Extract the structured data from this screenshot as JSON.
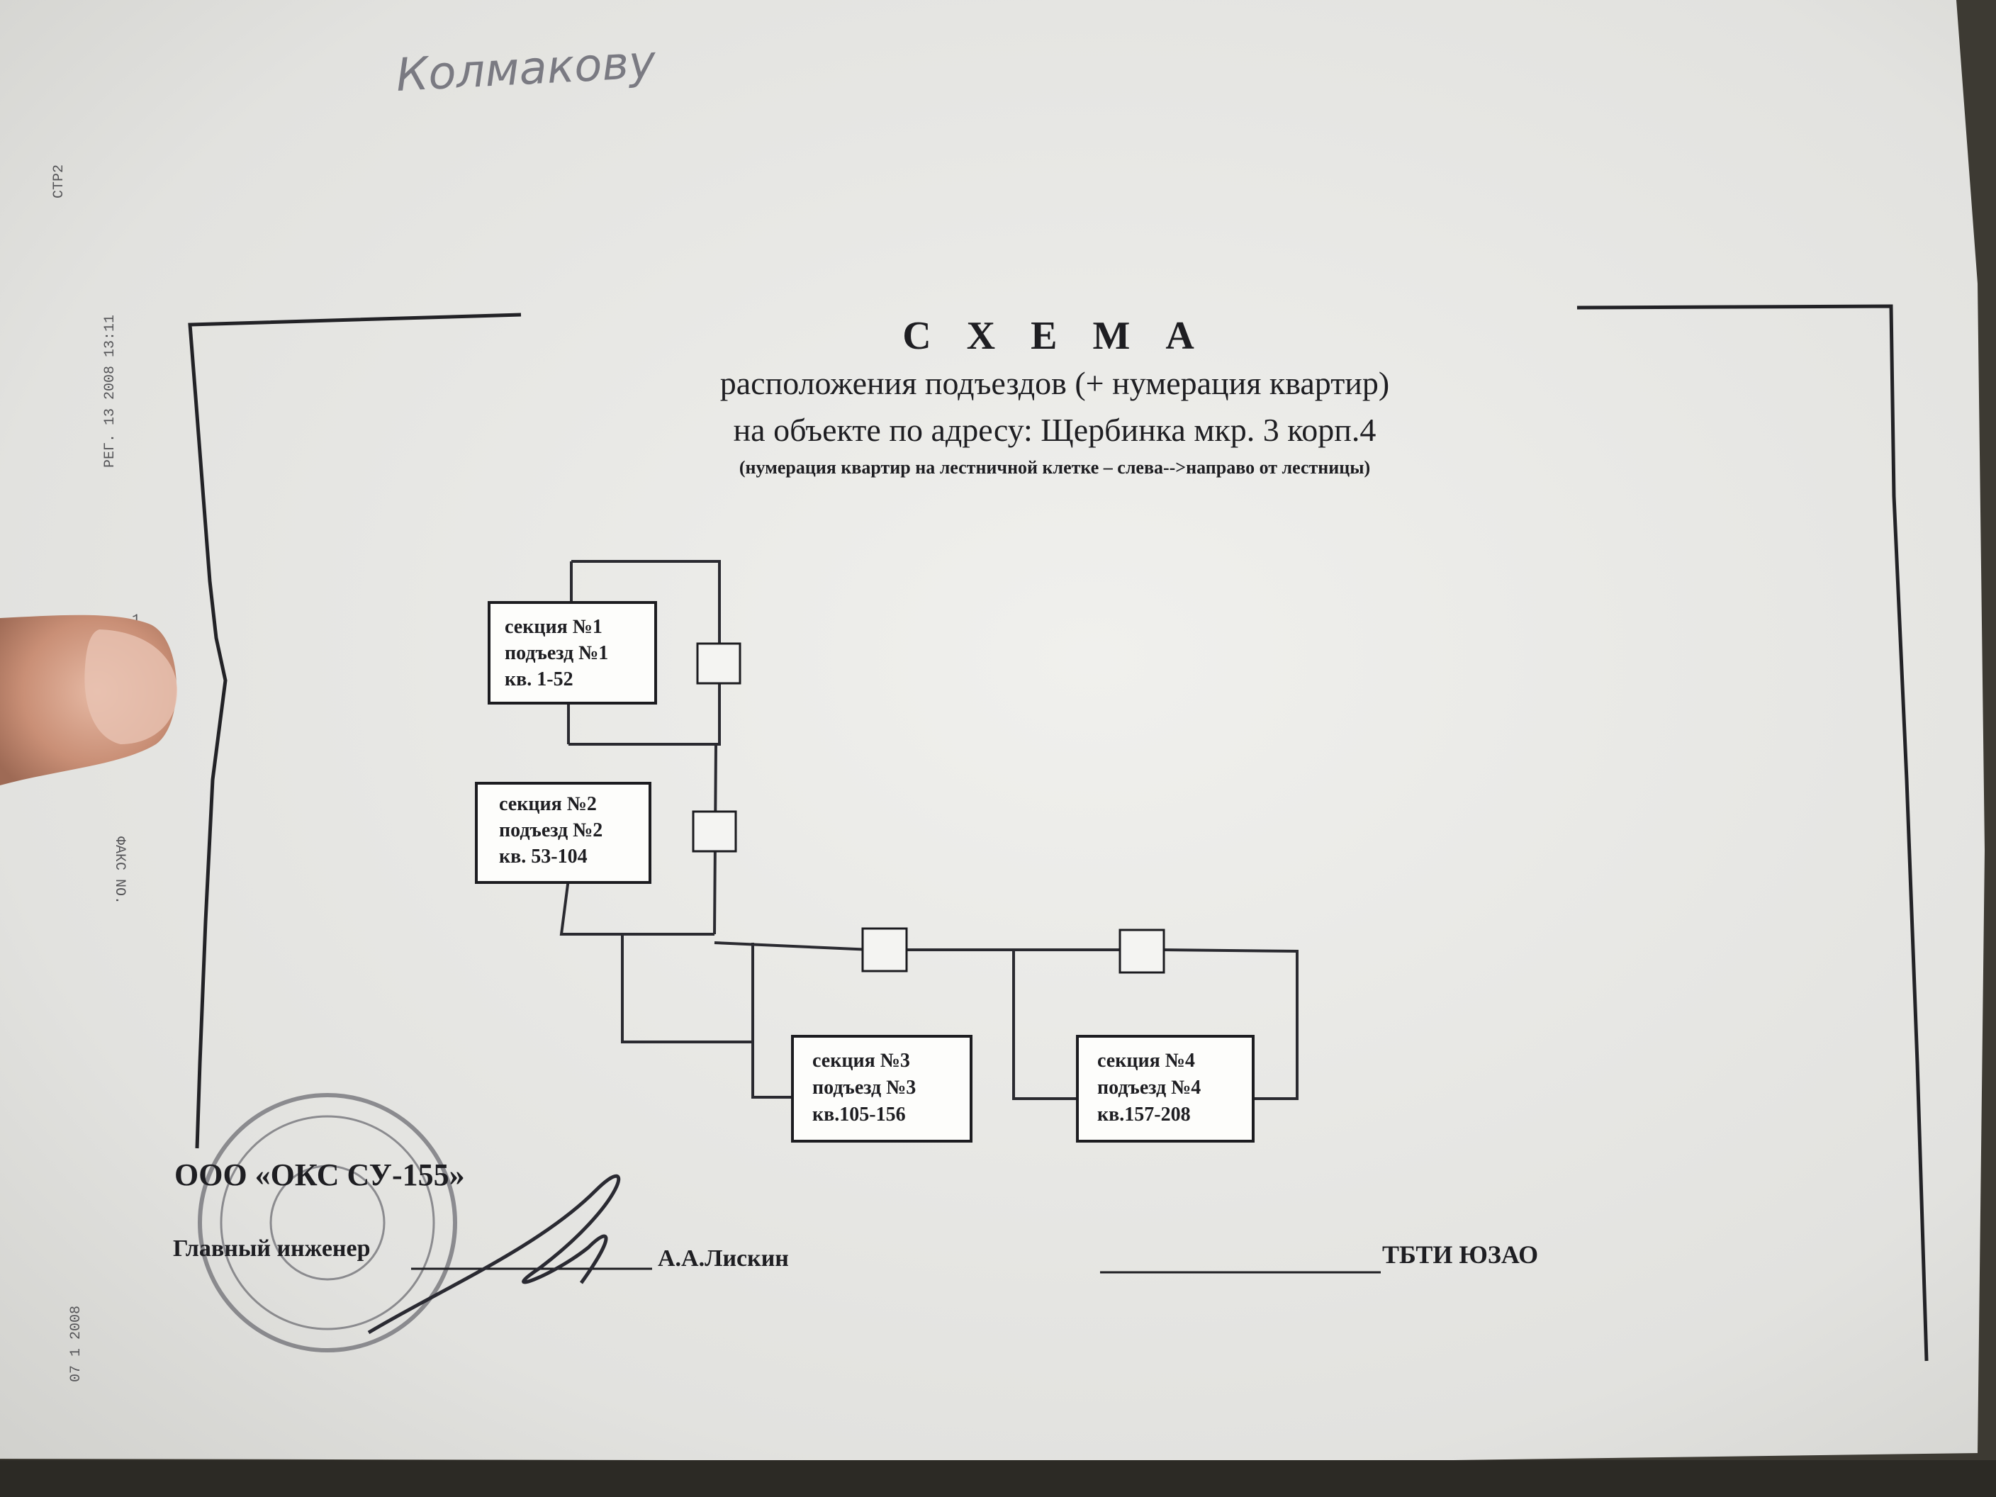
{
  "handwritten_note": "Колмакову",
  "fax_header": {
    "reg": "РЕГ. 13 2008 13:11",
    "page": "СТР2",
    "fax_no": "ФАКС NO.",
    "page_mark": "1",
    "bottom": "07 1 2008"
  },
  "document": {
    "title": "С Х Е М А",
    "subtitle_1": "расположения подъездов (+ нумерация квартир)",
    "subtitle_2": "на объекте по адресу: Щербинка мкр. 3 корп.4",
    "note": "(нумерация квартир на лестничной клетке – слева-->направо от лестницы)"
  },
  "sections": [
    {
      "line1": "секция №1",
      "line2": "подъезд №1",
      "line3": "кв. 1-52"
    },
    {
      "line1": "секция №2",
      "line2": "подъезд №2",
      "line3": "кв. 53-104"
    },
    {
      "line1": "секция №3",
      "line2": "подъезд №3",
      "line3": "кв.105-156"
    },
    {
      "line1": "секция №4",
      "line2": "подъезд №4",
      "line3": "кв.157-208"
    }
  ],
  "footer": {
    "company": "ООО «ОКС СУ-155»",
    "position": "Главный инженер",
    "signatory": "А.А.Лискин",
    "org_right": "ТБТИ ЮЗАО"
  },
  "colors": {
    "background": "#3d3a33",
    "paper": "#e9e9e6",
    "ink": "#1e1e22",
    "stamp": "#6e6e74"
  }
}
